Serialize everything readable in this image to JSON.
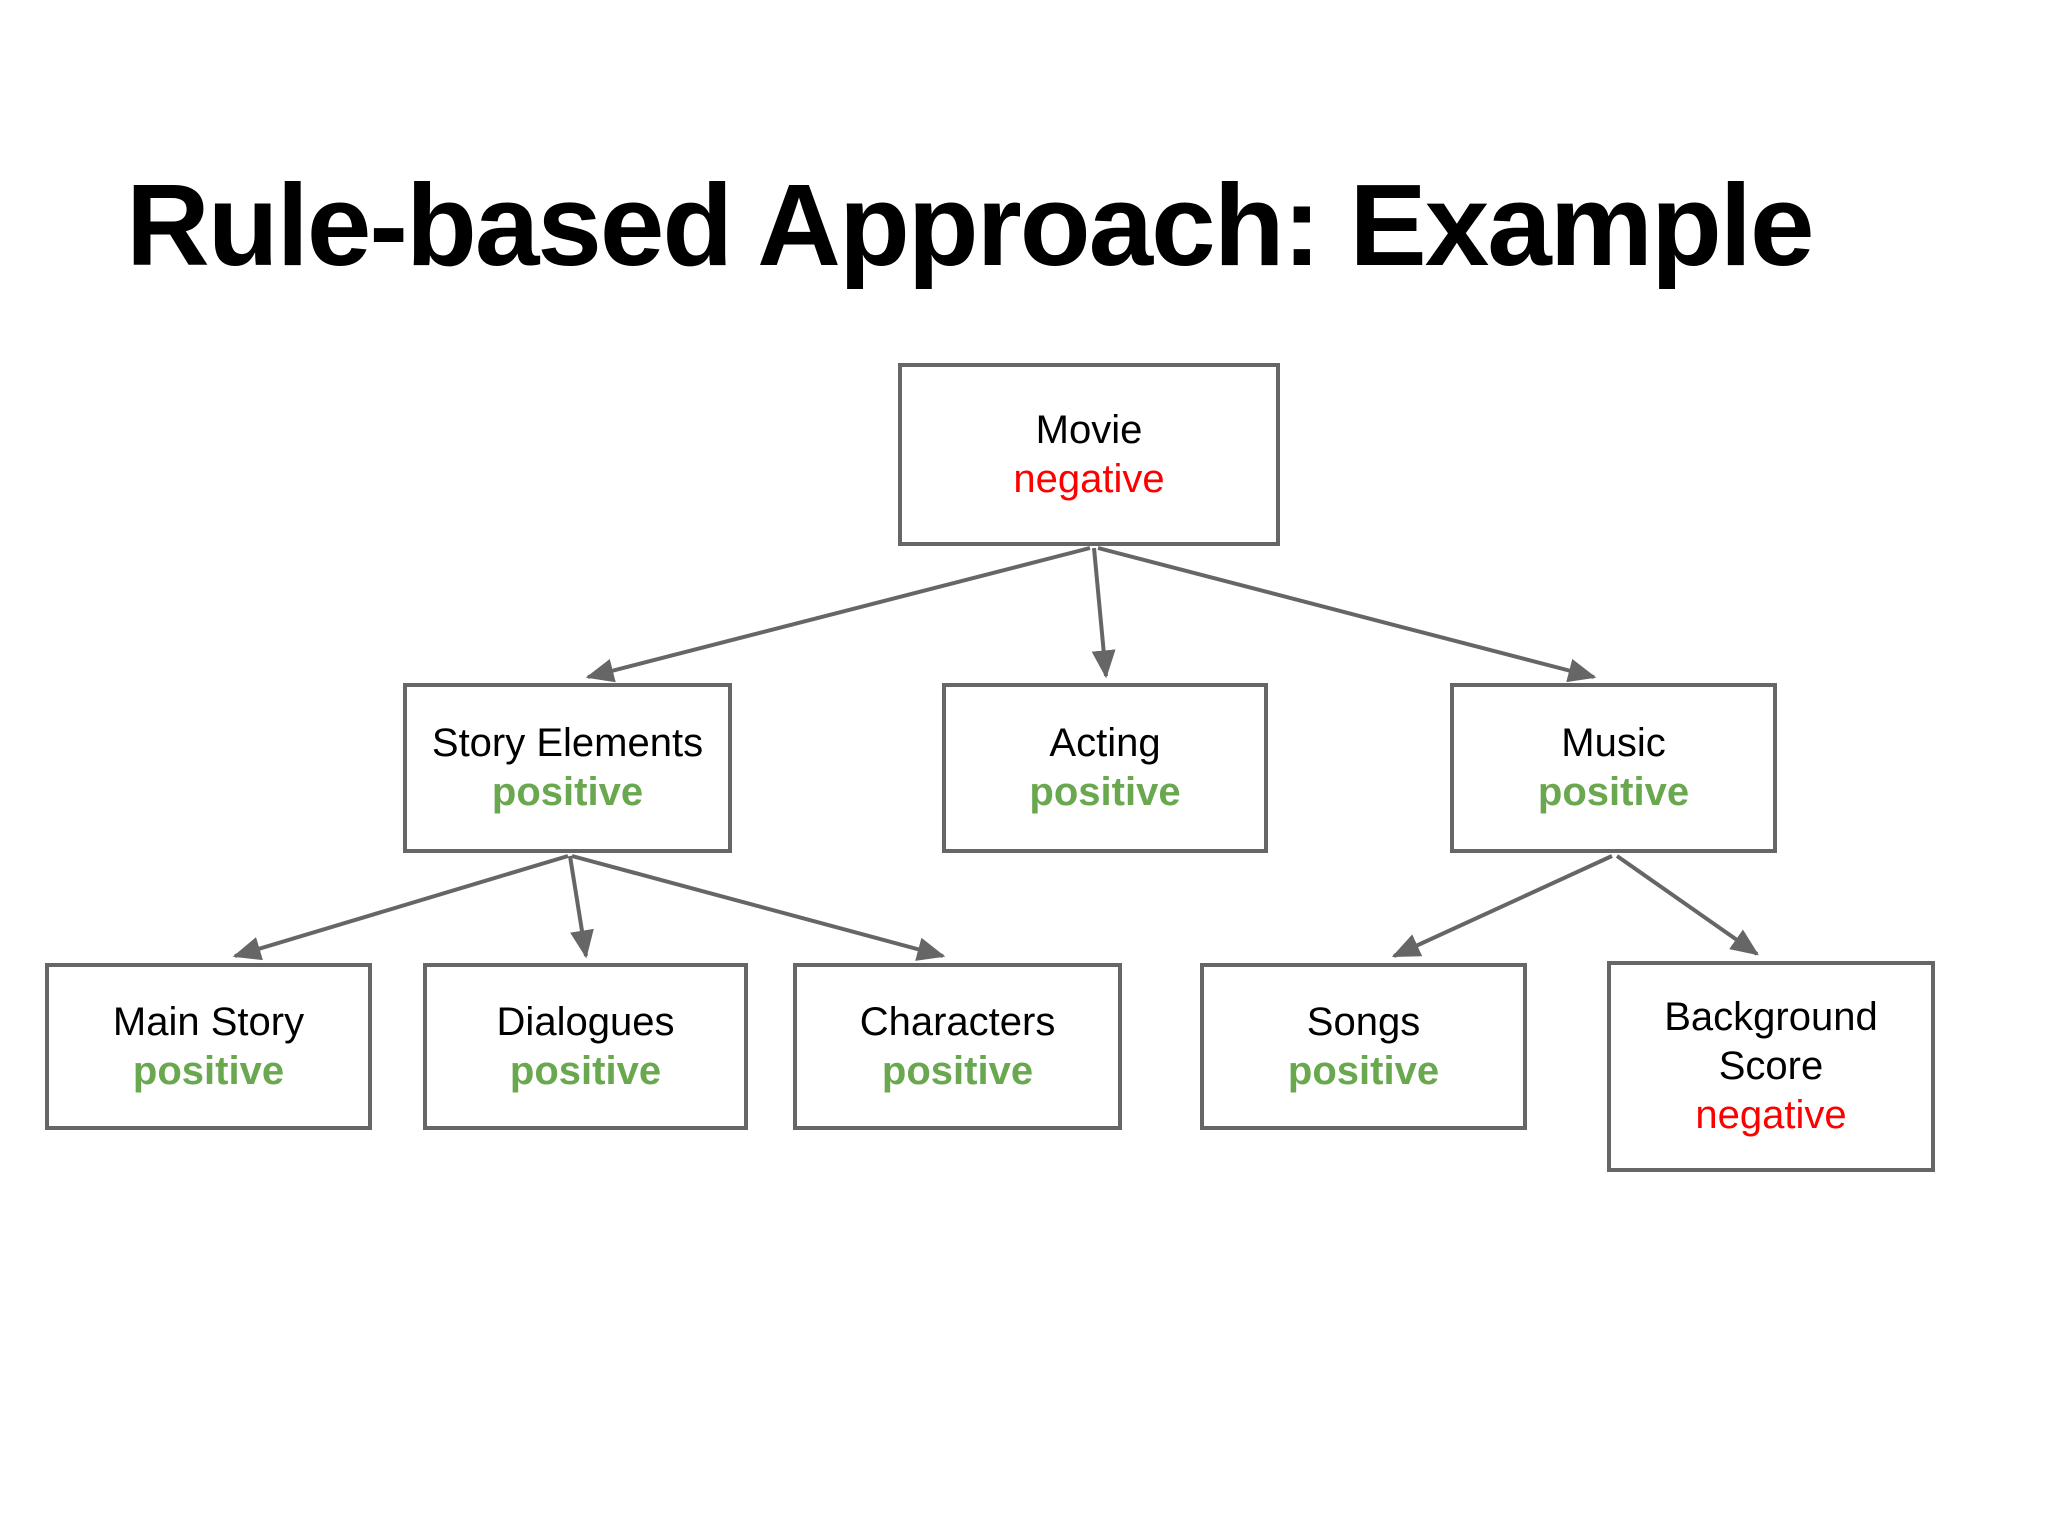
{
  "slide": {
    "title": "Rule-based Approach: Example"
  },
  "colors": {
    "background": "#ffffff",
    "box_border": "#666666",
    "arrow": "#666666",
    "label_text": "#000000",
    "positive": "#6aa84f",
    "negative": "#ff0000"
  },
  "tree": {
    "nodes": {
      "movie": {
        "label": "Movie",
        "sentiment": "negative"
      },
      "story_elements": {
        "label": "Story Elements",
        "sentiment": "positive"
      },
      "acting": {
        "label": "Acting",
        "sentiment": "positive"
      },
      "music": {
        "label": "Music",
        "sentiment": "positive"
      },
      "main_story": {
        "label": "Main Story",
        "sentiment": "positive"
      },
      "dialogues": {
        "label": "Dialogues",
        "sentiment": "positive"
      },
      "characters": {
        "label": "Characters",
        "sentiment": "positive"
      },
      "songs": {
        "label": "Songs",
        "sentiment": "positive"
      },
      "background_score": {
        "label": "Background Score",
        "sentiment": "negative"
      }
    },
    "edges": [
      {
        "from": "movie",
        "to": "story_elements"
      },
      {
        "from": "movie",
        "to": "acting"
      },
      {
        "from": "movie",
        "to": "music"
      },
      {
        "from": "story_elements",
        "to": "main_story"
      },
      {
        "from": "story_elements",
        "to": "dialogues"
      },
      {
        "from": "story_elements",
        "to": "characters"
      },
      {
        "from": "music",
        "to": "songs"
      },
      {
        "from": "music",
        "to": "background_score"
      }
    ]
  }
}
